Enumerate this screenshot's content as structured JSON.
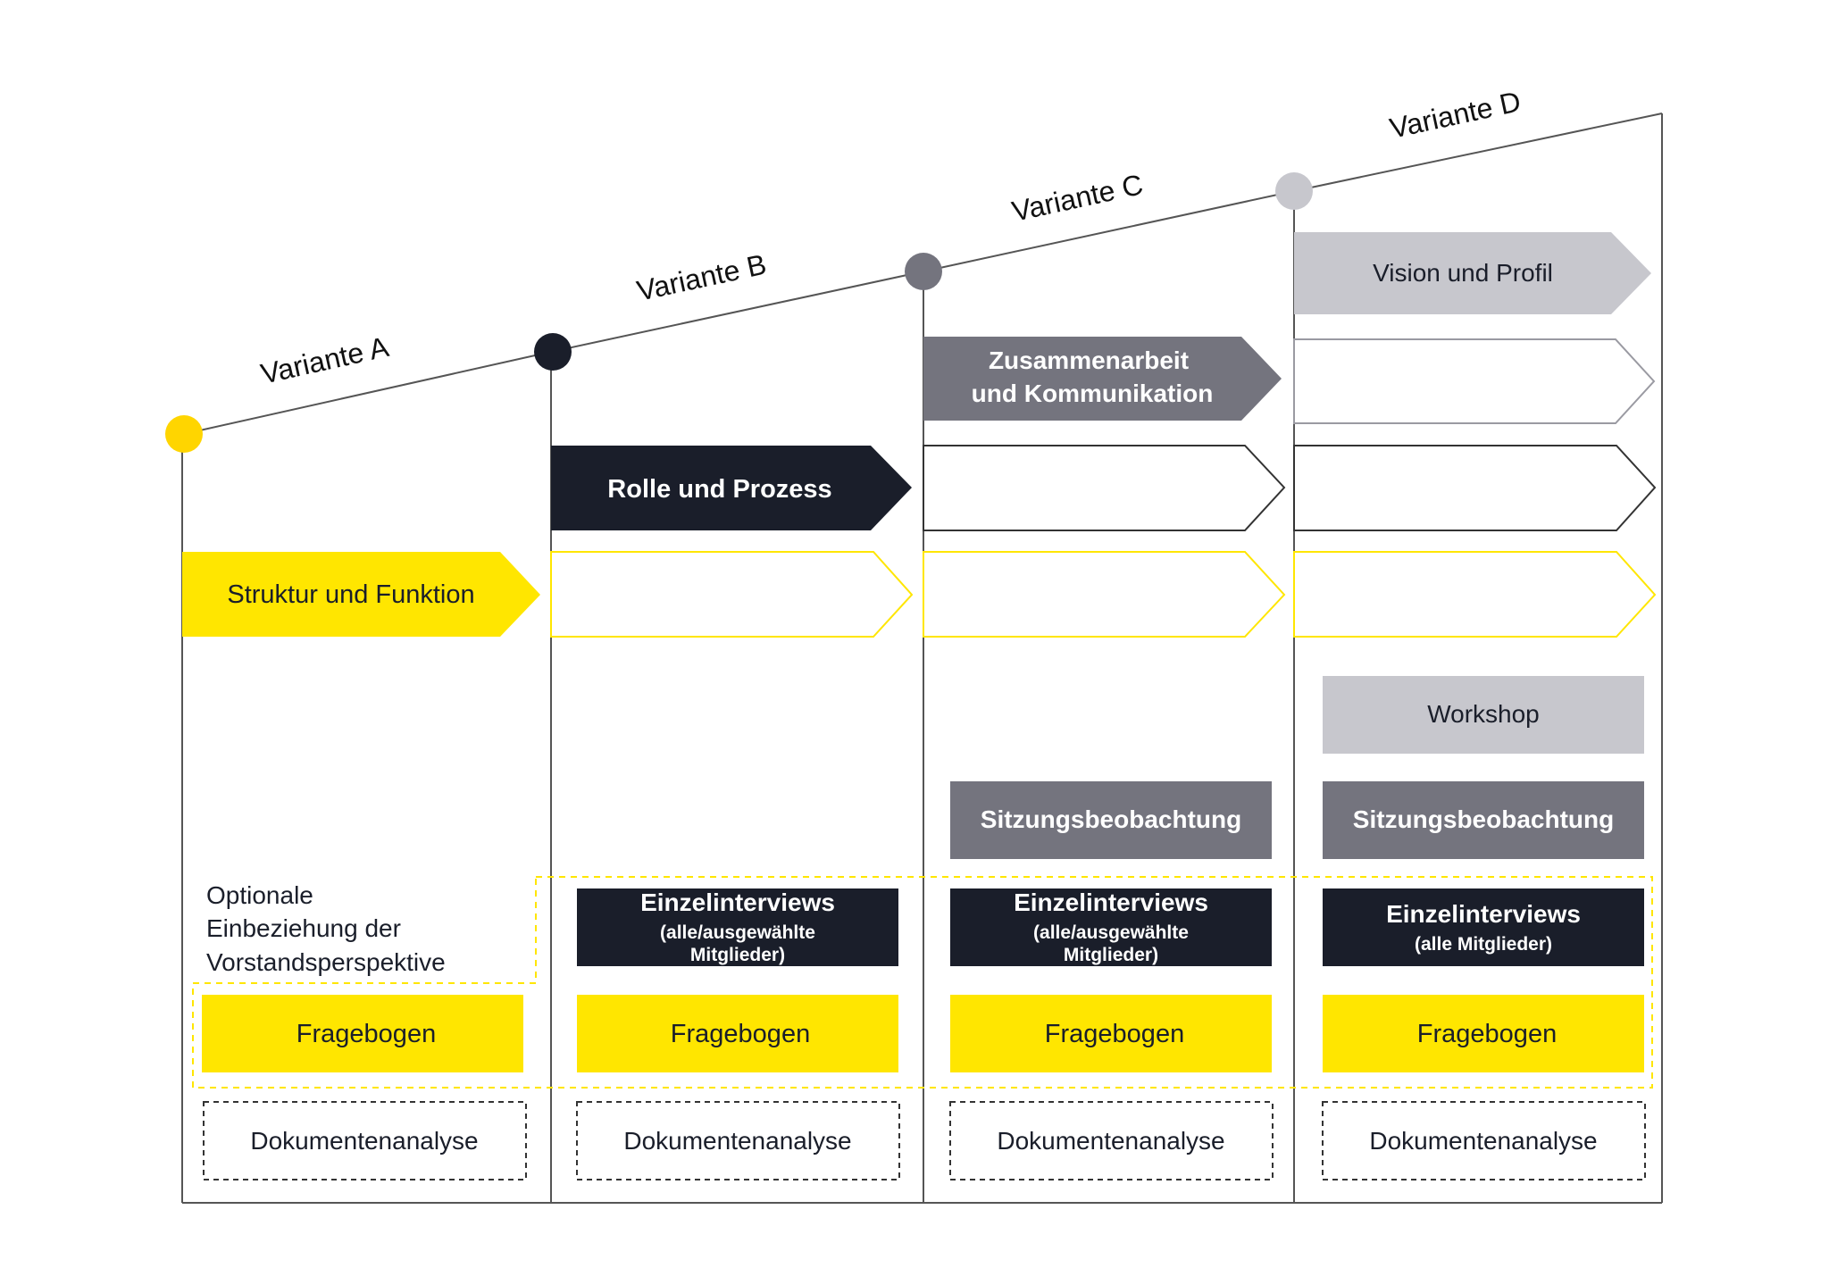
{
  "variants": [
    {
      "label": "Variante A",
      "dot_color": "#FFD500"
    },
    {
      "label": "Variante B",
      "dot_color": "#1A1E2A"
    },
    {
      "label": "Variante C",
      "dot_color": "#74747E"
    },
    {
      "label": "Variante D",
      "dot_color": "#C7C7CD"
    }
  ],
  "dimensions": {
    "struktur": "Struktur und Funktion",
    "rolle": "Rolle und Prozess",
    "zusammenarbeit_line1": "Zusammenarbeit",
    "zusammenarbeit_line2": "und Kommunikation",
    "vision": "Vision und Profil"
  },
  "methods": {
    "workshop": "Workshop",
    "sitzung": "Sitzungsbeobachtung",
    "einzel_title": "Einzelinterviews",
    "einzel_sub_b_line1": "(alle/ausgewählte",
    "einzel_sub_b_line2": "Mitglieder)",
    "einzel_sub_c_line1": "(alle/ausgewählte",
    "einzel_sub_c_line2": "Mitglieder)",
    "einzel_sub_d": "(alle Mitglieder)",
    "fragebogen_a": "Fragebogen",
    "fragebogen_b": "Fragebogen",
    "fragebogen_c": "Fragebogen",
    "fragebogen_d": "Fragebogen",
    "doku_a": "Dokumentenanalyse",
    "doku_b": "Dokumentenanalyse",
    "doku_c": "Dokumentenanalyse",
    "doku_d": "Dokumentenanalyse"
  },
  "optional_note": {
    "line1": "Optionale",
    "line2": "Einbeziehung der",
    "line3": "Vorstandsperspektive"
  },
  "colors": {
    "yellow": "#FFE600",
    "dark": "#1A1E2A",
    "mid_grey": "#74747E",
    "light_grey": "#C7C7CD",
    "line": "#555555"
  }
}
